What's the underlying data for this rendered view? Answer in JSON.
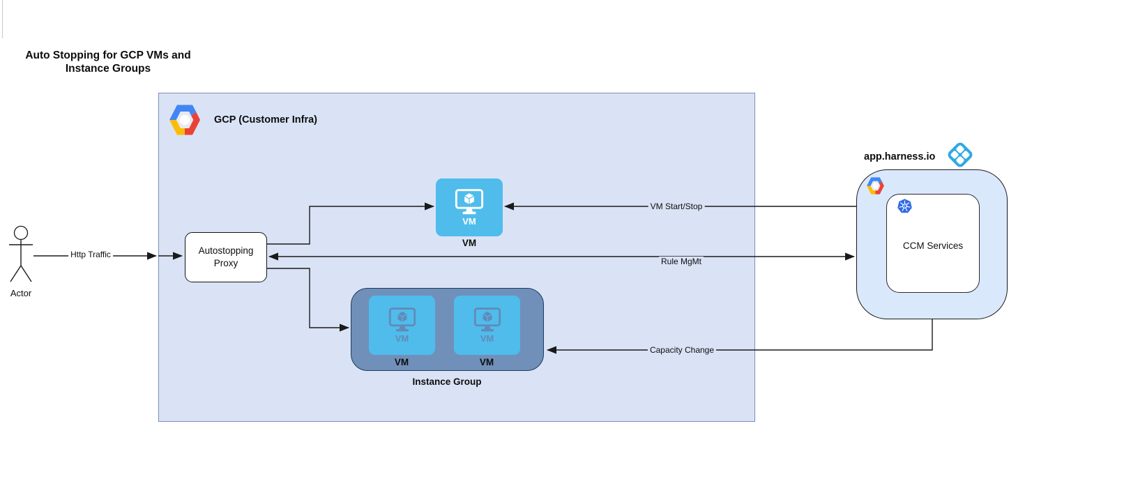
{
  "diagram": {
    "title": "Auto Stopping for GCP VMs and Instance Groups"
  },
  "actor": {
    "label": "Actor"
  },
  "gcp": {
    "label": "GCP (Customer Infra)"
  },
  "proxy": {
    "line1": "Autostopping",
    "line2": "Proxy"
  },
  "vm_node": {
    "icon_label": "VM",
    "label": "VM"
  },
  "instance_group": {
    "label": "Instance Group",
    "tiles": [
      {
        "icon_label": "VM",
        "label": "VM"
      },
      {
        "icon_label": "VM",
        "label": "VM"
      }
    ]
  },
  "harness": {
    "label": "app.harness.io",
    "ccm": {
      "label": "CCM Services"
    }
  },
  "edges": {
    "http_traffic": "Http Traffic",
    "vm_start_stop": "VM Start/Stop",
    "rule_mgmt": "Rule MgMt",
    "capacity_change": "Capacity Change"
  },
  "icons": {
    "gcp_logo": "google-cloud-hexagon",
    "harness_logo": "harness-blue-diamond",
    "kubernetes_logo": "kubernetes-wheel",
    "vm_icon": "monitor-with-cube",
    "actor_icon": "stick-figure"
  },
  "colors": {
    "gcp_box_fill": "#dae3f5",
    "gcp_box_border": "#7b8cc0",
    "vm_tile_blue": "#4fbcec",
    "instance_group_fill": "#7090ba",
    "instance_group_border": "#1c3a5f",
    "harness_box_fill": "#dae8fc",
    "harness_blue": "#2fa9e2",
    "kubernetes_blue": "#326ce5",
    "gcp_logo_blue": "#4285f4",
    "gcp_logo_red": "#ea4335",
    "gcp_logo_yellow": "#fbbc05",
    "line_color": "#1a1a1a"
  }
}
